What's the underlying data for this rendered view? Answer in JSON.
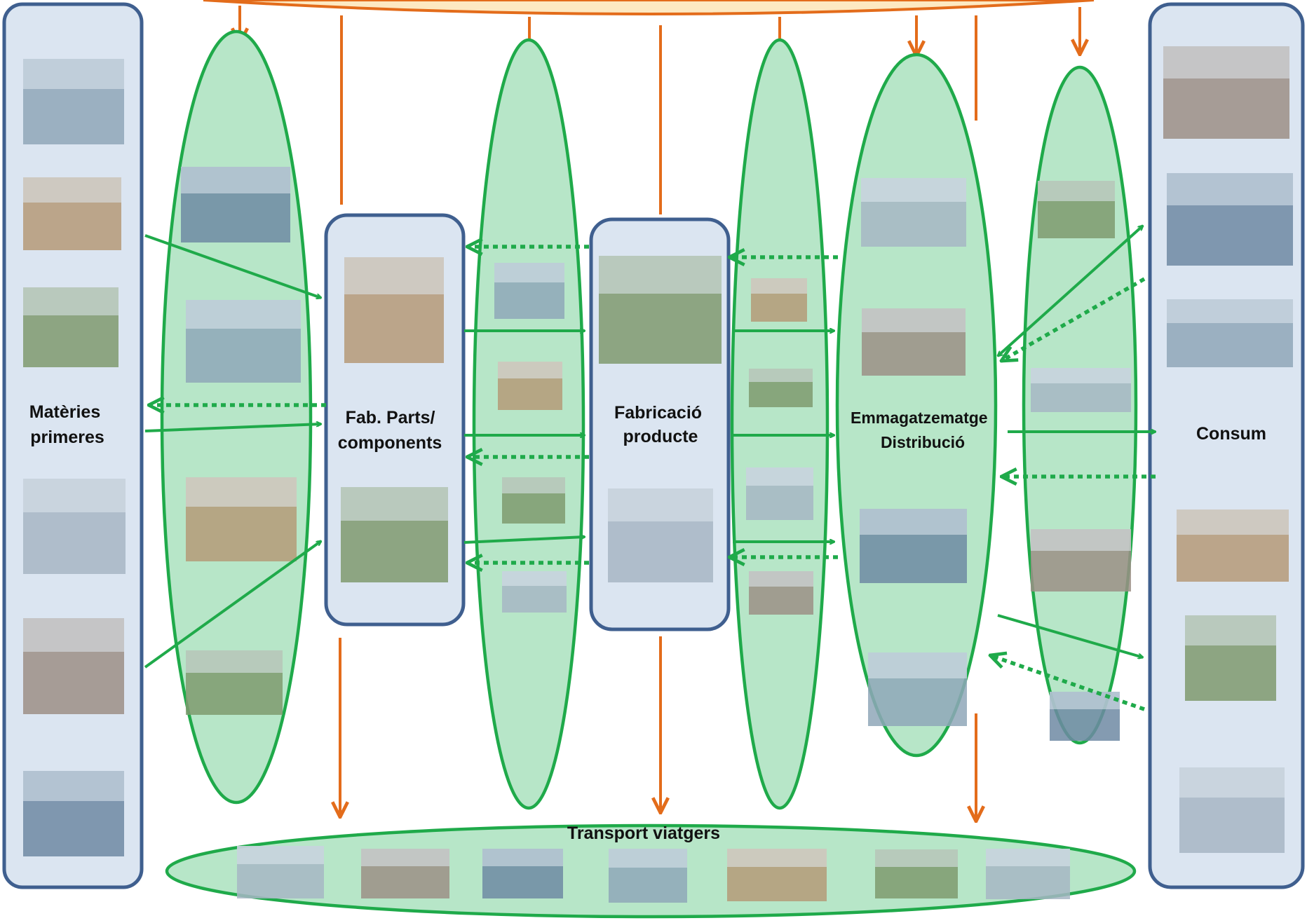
{
  "colors": {
    "panel_fill": "#dbe5f1",
    "panel_border": "#3f5f8f",
    "transport_fill": "#b7e6c8",
    "transport_border": "#1faa4a",
    "top_band": "#fde9c2",
    "orange_arrows": "#e36c1b"
  },
  "nodes": {
    "raw_materials": "Matèries primeres",
    "parts": "Fab. Parts/ components",
    "manufacturing": "Fabricació producte",
    "storage": "Emmagatzematge Distribució",
    "consumption": "Consum"
  },
  "passenger_transport": {
    "label": "Transport viatgers"
  },
  "pictures": {
    "raw_materials": [
      "sugar-and-flour-photo",
      "oranges-photo",
      "sheep-photo",
      "oil-coffee-wheat-gold-photo",
      "wheat-field-photo",
      "cotton-field-photo"
    ],
    "parts": [
      "factory-plant-photo",
      "silo-plant-photo"
    ],
    "manufacturing": [
      "factory-render-photo",
      "industrial-park-photo"
    ],
    "storage": [
      "warehouse-interior-photo",
      "forklift-warehouse-photo",
      "port-terminal-photo",
      "warehouse-exterior-photo"
    ],
    "consumption": [
      "casa-mila-building-photo",
      "supermarket-shopper-photo",
      "fruit-market-photo",
      "shopping-woman-photo",
      "online-shopping-laptop-photo",
      "city-aerial-photo"
    ],
    "freight_1": [
      "freight-train-photo",
      "truck-photo",
      "container-ship-photo",
      "cargo-plane-photo"
    ],
    "freight_2": [
      "yellow-truck-photo",
      "locomotive-photo",
      "airliner-photo",
      "ship-photo"
    ],
    "freight_3": [
      "truck-fleet-photo",
      "red-truck-photo",
      "truck-convoy-photo",
      "containers-photo"
    ],
    "freight_4": [
      "small-van-photo",
      "yellow-van-photo",
      "white-van-photo",
      "delivery-van-photo"
    ],
    "passenger": [
      "taxi-photo",
      "coach-bus-photo",
      "city-bus-photo",
      "high-speed-train-photo",
      "ferry-photo",
      "fast-ferry-photo",
      "passenger-plane-photo"
    ]
  }
}
